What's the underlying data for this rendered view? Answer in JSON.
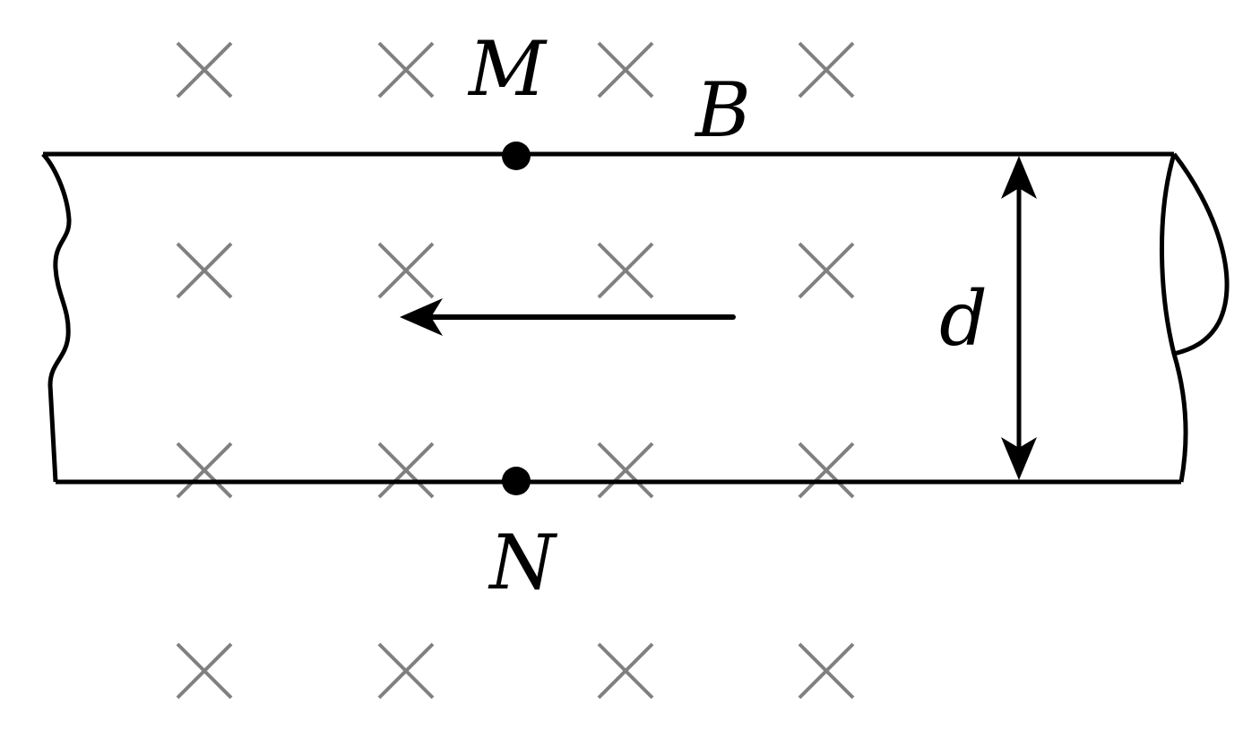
{
  "labels": {
    "top_point": "M",
    "bottom_point": "N",
    "field": "B",
    "width": "d"
  },
  "colors": {
    "ink": "#000000",
    "field_marks": "#808080",
    "background": "#ffffff"
  },
  "field": {
    "direction": "into page",
    "symbol": "cross",
    "rows": 4,
    "columns": 4
  },
  "flow": {
    "direction": "left"
  }
}
